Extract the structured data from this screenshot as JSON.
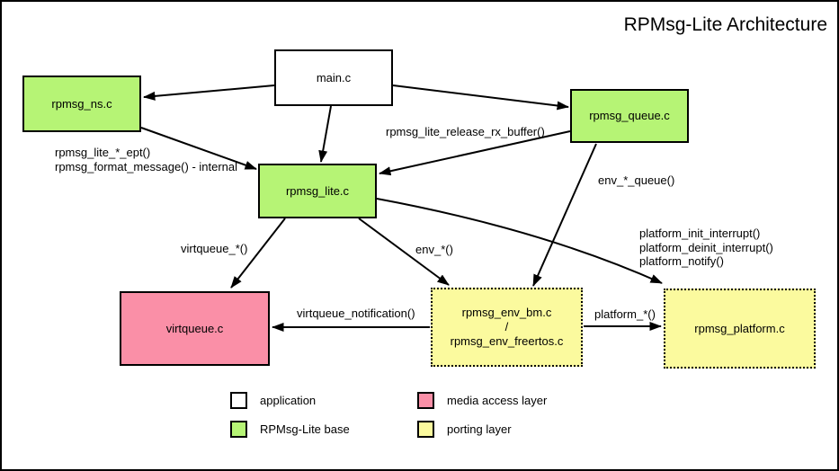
{
  "title": "RPMsg-Lite Architecture",
  "colors": {
    "application": "#ffffff",
    "rpmsg_lite_base": "#b6f475",
    "media_access_layer": "#fa8fa7",
    "porting_layer": "#fbfa9e",
    "line": "#000000",
    "background": "#ffffff"
  },
  "nodes": [
    {
      "id": "main_c",
      "label": "main.c",
      "layer": "application"
    },
    {
      "id": "rpmsg_ns_c",
      "label": "rpmsg_ns.c",
      "layer": "rpmsg_lite_base"
    },
    {
      "id": "rpmsg_queue_c",
      "label": "rpmsg_queue.c",
      "layer": "rpmsg_lite_base"
    },
    {
      "id": "rpmsg_lite_c",
      "label": "rpmsg_lite.c",
      "layer": "rpmsg_lite_base"
    },
    {
      "id": "virtqueue_c",
      "label": "virtqueue.c",
      "layer": "media_access_layer"
    },
    {
      "id": "rpmsg_env_c",
      "label": "rpmsg_env_bm.c\n/\nrpmsg_env_freertos.c",
      "layer": "porting_layer"
    },
    {
      "id": "rpmsg_platform_c",
      "label": "rpmsg_platform.c",
      "layer": "porting_layer"
    }
  ],
  "edges": [
    {
      "from": "main.c",
      "to": "rpmsg_ns.c",
      "label": ""
    },
    {
      "from": "main.c",
      "to": "rpmsg_lite.c",
      "label": ""
    },
    {
      "from": "main.c",
      "to": "rpmsg_queue.c",
      "label": ""
    },
    {
      "from": "rpmsg_ns.c",
      "to": "rpmsg_lite.c",
      "label": "rpmsg_lite_*_ept()\nrpmsg_format_message() - internal"
    },
    {
      "from": "rpmsg_queue.c",
      "to": "rpmsg_lite.c",
      "label": "rpmsg_lite_release_rx_buffer()"
    },
    {
      "from": "rpmsg_queue.c",
      "to": "rpmsg_env_bm.c / rpmsg_env_freertos.c",
      "label": "env_*_queue()"
    },
    {
      "from": "rpmsg_lite.c",
      "to": "rpmsg_env_bm.c / rpmsg_env_freertos.c",
      "label": "env_*()"
    },
    {
      "from": "rpmsg_lite.c",
      "to": "virtqueue.c",
      "label": "virtqueue_*()"
    },
    {
      "from": "rpmsg_lite.c",
      "to": "rpmsg_platform.c",
      "label": "platform_init_interrupt()\nplatform_deinit_interrupt()\nplatform_notify()"
    },
    {
      "from": "rpmsg_env_bm.c / rpmsg_env_freertos.c",
      "to": "virtqueue.c",
      "label": "virtqueue_notification()"
    },
    {
      "from": "rpmsg_env_bm.c / rpmsg_env_freertos.c",
      "to": "rpmsg_platform.c",
      "label": "platform_*()"
    }
  ],
  "legend": [
    {
      "label": "application",
      "layer": "application"
    },
    {
      "label": "RPMsg-Lite base",
      "layer": "rpmsg_lite_base"
    },
    {
      "label": "media access layer",
      "layer": "media_access_layer"
    },
    {
      "label": "porting layer",
      "layer": "porting_layer"
    }
  ]
}
